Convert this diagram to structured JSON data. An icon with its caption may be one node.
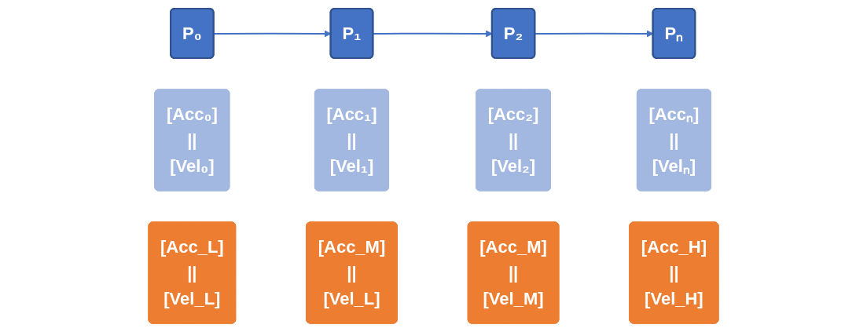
{
  "diagram": {
    "nodes": [
      {
        "text": [
          "P₀"
        ]
      },
      {
        "text": [
          "P₁"
        ]
      },
      {
        "text": [
          "P₂"
        ]
      },
      {
        "text": [
          "Pₙ"
        ]
      },
      {
        "text": [
          "[Acc₀]",
          "||",
          "[Vel₀]"
        ]
      },
      {
        "text": [
          "[Acc₁]",
          "||",
          "[Vel₁]"
        ]
      },
      {
        "text": [
          "[Acc₂]",
          "||",
          "[Vel₂]"
        ]
      },
      {
        "text": [
          "[Accₙ]",
          "||",
          "[Velₙ]"
        ]
      },
      {
        "text": [
          "[Acc_L]",
          "||",
          "[Vel_L]"
        ]
      },
      {
        "text": [
          "[Acc_M]",
          "||",
          "[Vel_L]"
        ]
      },
      {
        "text": [
          "[Acc_M]",
          "||",
          "[Vel_M]"
        ]
      },
      {
        "text": [
          "[Acc_H]",
          "||",
          "[Vel_H]"
        ]
      }
    ],
    "edges": [
      {
        "from": 0,
        "to": 1,
        "arrow": "to"
      },
      {
        "from": 1,
        "to": 2,
        "arrow": "to"
      },
      {
        "from": 2,
        "to": 3,
        "arrow": "to"
      }
    ]
  }
}
